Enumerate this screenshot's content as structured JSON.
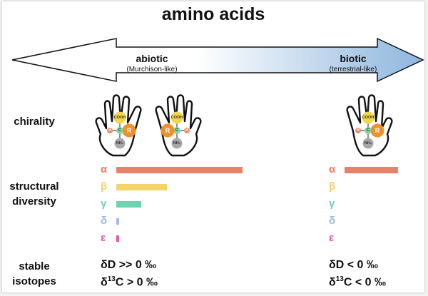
{
  "title": "amino acids",
  "arrow": {
    "left_label": "abiotic",
    "left_sub": "(Murchison-like)",
    "right_label": "biotic",
    "right_sub": "(terrestrial-like)"
  },
  "rows": {
    "chirality": "chirality",
    "structural_line1": "structural",
    "structural_line2": "diversity",
    "isotopes_line1": "stable",
    "isotopes_line2": "isotopes"
  },
  "molecule": {
    "cooh": "COOH",
    "r": "R",
    "c": "C",
    "h": "H",
    "nh2": "NH₂"
  },
  "diversity": {
    "abiotic": [
      {
        "label": "α",
        "value": 1.0,
        "color": "#e8816a"
      },
      {
        "label": "β",
        "value": 0.4,
        "color": "#f5d36b"
      },
      {
        "label": "γ",
        "value": 0.2,
        "color": "#6fd3b0"
      },
      {
        "label": "δ",
        "value": 0.02,
        "color": "#9fbadf"
      },
      {
        "label": "ε",
        "value": 0.02,
        "color": "#e05ba9"
      }
    ],
    "biotic": [
      {
        "label": "α",
        "value": 1.0,
        "color": "#e8816a"
      },
      {
        "label": "β",
        "value": 0,
        "color": "#f5d36b"
      },
      {
        "label": "γ",
        "value": 0,
        "color": "#6fd3b0"
      },
      {
        "label": "δ",
        "value": 0,
        "color": "#9fbadf"
      },
      {
        "label": "ε",
        "value": 0,
        "color": "#e05ba9"
      }
    ]
  },
  "isotopes": {
    "abiotic_d": "δD >> 0 ‰",
    "abiotic_c_prefix": "δ",
    "abiotic_c_mass": "13",
    "abiotic_c_suffix": "C > 0 ‰",
    "biotic_d": "δD < 0 ‰",
    "biotic_c_prefix": "δ",
    "biotic_c_mass": "13",
    "biotic_c_suffix": "C < 0 ‰"
  }
}
